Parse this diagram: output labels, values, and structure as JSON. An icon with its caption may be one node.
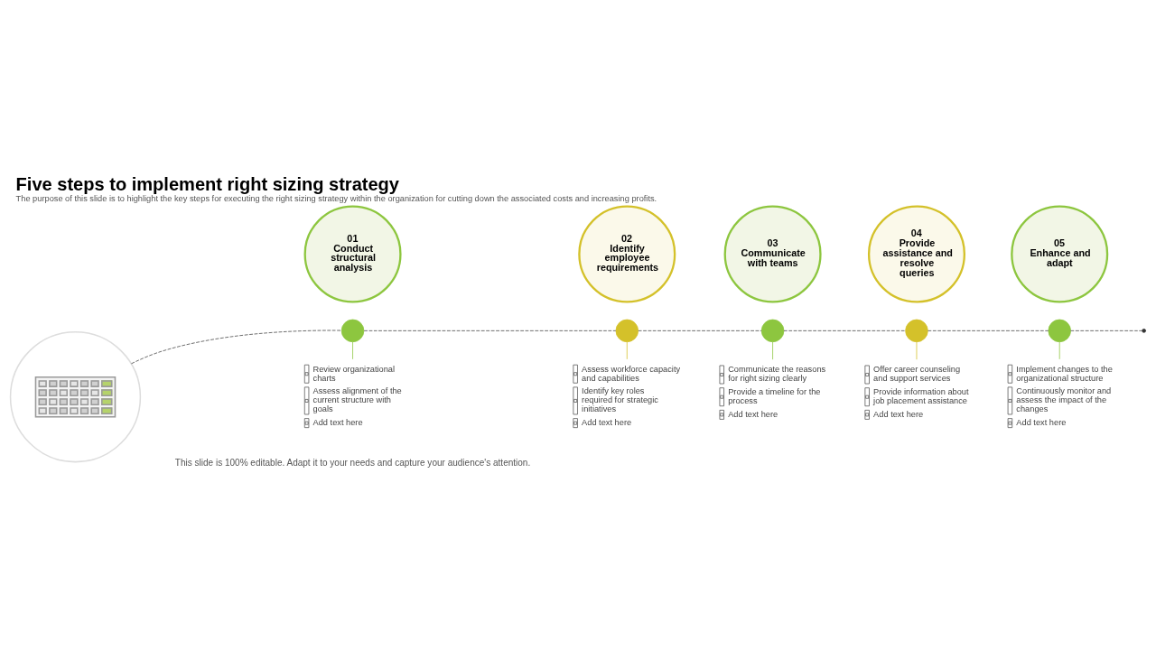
{
  "diagram": {
    "title": "Five steps to implement right sizing strategy",
    "caption": "The purpose of this slide is to highlight the key steps for executing the right sizing strategy within the organization for cutting down the associated costs and increasing profits.",
    "nodes": [
      {
        "text": [],
        "shape": "picture"
      },
      {
        "text": [
          "01",
          "Conduct structural analysis"
        ]
      },
      {
        "text": [],
        "shape": "circle"
      },
      {
        "text": [
          "Review organizational charts",
          "Assess alignment of the current structure with goals",
          "Add text here"
        ]
      },
      {
        "text": [
          "02",
          "Identify employee requirements"
        ]
      },
      {
        "text": [],
        "shape": "circle"
      },
      {
        "text": [
          "Assess workforce capacity and capabilities",
          "Identify key roles required for strategic initiatives",
          "Add text here"
        ]
      },
      {
        "text": [
          "03",
          "Communicate with teams"
        ]
      },
      {
        "text": [],
        "shape": "circle"
      },
      {
        "text": [
          "Communicate the reasons for right sizing clearly",
          "Provide a timeline for the process",
          "Add text here"
        ]
      },
      {
        "text": [
          "04",
          "Provide assistance and resolve queries"
        ]
      },
      {
        "text": [],
        "shape": "circle"
      },
      {
        "text": [
          "Offer career counseling and support services",
          "Provide information about job placement assistance",
          "Add text here"
        ]
      },
      {
        "text": [
          "05",
          "Enhance and adapt"
        ]
      },
      {
        "text": [],
        "shape": "circle"
      },
      {
        "text": [
          "Implement changes to the organizational structure",
          "Continuously monitor and assess the impact of the changes",
          "Add text here"
        ]
      }
    ],
    "edges": [
      {
        "from": 0,
        "to": 2,
        "arrow": "none",
        "style": "dashed"
      },
      {
        "from": 2,
        "to": 5,
        "arrow": "none",
        "style": "dashed"
      },
      {
        "from": 5,
        "to": 8,
        "arrow": "none",
        "style": "dashed"
      },
      {
        "from": 8,
        "to": 11,
        "arrow": "none",
        "style": "dashed"
      },
      {
        "from": 11,
        "to": 14,
        "arrow": "none",
        "style": "dashed"
      },
      {
        "from": 14,
        "to": null,
        "arrow": "none",
        "style": "dashed"
      },
      {
        "from": 2,
        "to": 3,
        "arrow": "none",
        "color": "#8dc63f"
      },
      {
        "from": 5,
        "to": 6,
        "arrow": "none",
        "color": "#d4c12a"
      },
      {
        "from": 8,
        "to": 9,
        "arrow": "none",
        "color": "#8dc63f"
      },
      {
        "from": 11,
        "to": 12,
        "arrow": "none",
        "color": "#d4c12a"
      },
      {
        "from": 14,
        "to": 15,
        "arrow": "none",
        "color": "#8dc63f"
      }
    ],
    "labels": [
      "This slide is 100% editable. Adapt it to your needs and capture your audience's attention."
    ]
  }
}
